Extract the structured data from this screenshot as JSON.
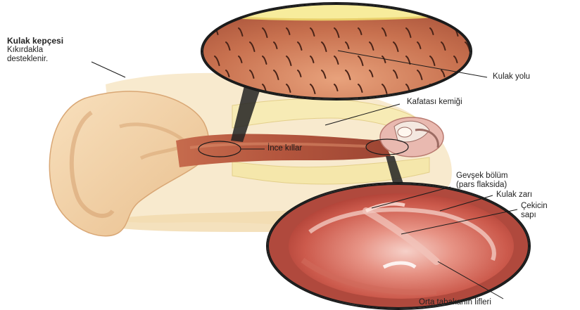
{
  "diagram": {
    "labels": {
      "auricle_title": "Kulak kepçesi",
      "auricle_desc_line1": "Kıkırdakla",
      "auricle_desc_line2": "desteklenir.",
      "ear_canal": "Kulak yolu",
      "skull_bone": "Kafatası kemiği",
      "fine_hairs": "İnce kıllar",
      "flaccid_part_line1": "Gevşek bölüm",
      "flaccid_part_line2": "(pars flaksida)",
      "eardrum": "Kulak zarı",
      "malleus_line1": "Çekicin",
      "malleus_line2": "sapı",
      "middle_layer_fibers": "Orta tabakanın lifleri"
    },
    "colors": {
      "skin": "#f6d9b0",
      "skin_shadow": "#e6b98a",
      "bone": "#f7e9b4",
      "canal": "#b5573e",
      "canal_inner": "#cf7d5f",
      "eardrum": "#d9776c",
      "eardrum_light": "#f4c3bd",
      "hair": "#4a2418",
      "leader": "#1a1a1a"
    }
  }
}
